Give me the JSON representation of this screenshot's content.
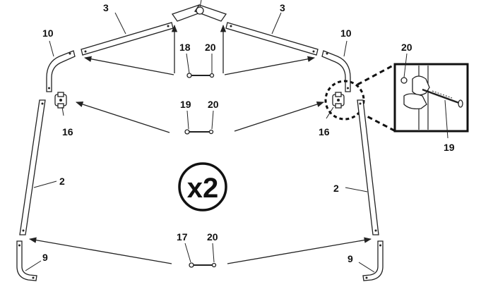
{
  "labels": {
    "ridge_tube_left": "3",
    "ridge_tube_right": "3",
    "eave_tube_left": "10",
    "eave_tube_right": "10",
    "bolt_top": "18",
    "nut_top": "20",
    "bolt_mid": "19",
    "nut_mid": "20",
    "bracket_left": "16",
    "bracket_right": "16",
    "leg_left": "2",
    "leg_right": "2",
    "foot_left": "9",
    "foot_right": "9",
    "bolt_bottom": "17",
    "nut_bottom": "20",
    "detail_nut": "20",
    "detail_bolt": "19"
  },
  "multiplier": "x2",
  "colors": {
    "line": "#222222",
    "background": "#ffffff"
  }
}
